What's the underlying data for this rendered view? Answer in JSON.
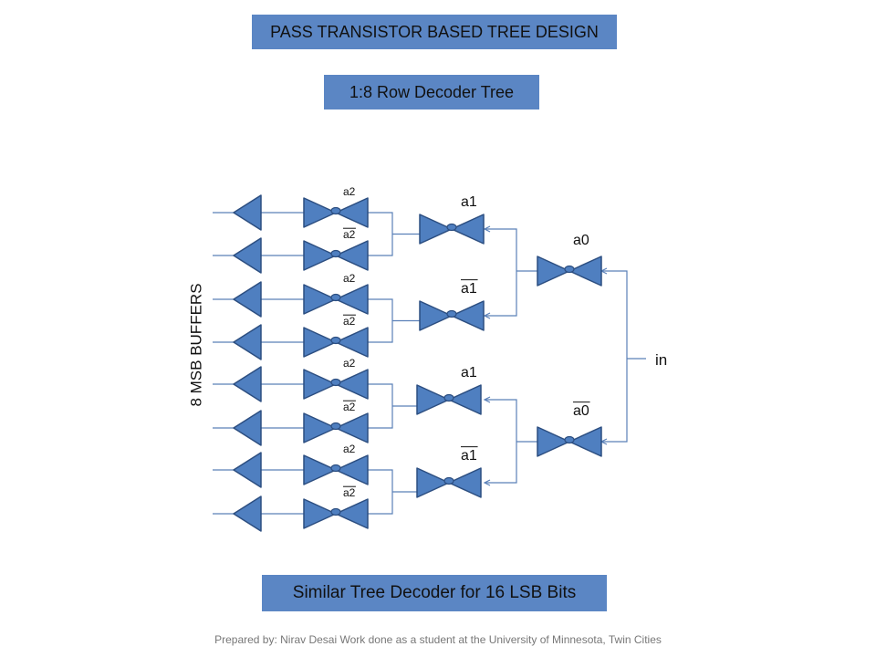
{
  "title": "PASS TRANSISTOR BASED TREE DESIGN",
  "subtitle": "1:8 Row Decoder Tree",
  "bottom_note": "Similar Tree Decoder for 16 LSB Bits",
  "buffer_label": "8 MSB BUFFERS",
  "input_label": "in",
  "level_a2_labels": [
    "a2",
    "a2",
    "a2",
    "a2",
    "a2",
    "a2",
    "a2",
    "a2"
  ],
  "level_a2_complemented": [
    false,
    true,
    false,
    true,
    false,
    true,
    false,
    true
  ],
  "level_a1_labels": [
    "a1",
    "a1",
    "a1",
    "a1"
  ],
  "level_a1_complemented": [
    false,
    true,
    false,
    true
  ],
  "level_a0_labels": [
    "a0",
    "a0"
  ],
  "level_a0_complemented": [
    false,
    true
  ],
  "footer": "Prepared by: Nirav Desai Work done as a student at the University of Minnesota, Twin Cities",
  "colors": {
    "shape_fill": "#4f7fc0",
    "shape_stroke": "#2c4e80",
    "wire": "#5a80b8",
    "box_fill": "#5b86c4"
  }
}
